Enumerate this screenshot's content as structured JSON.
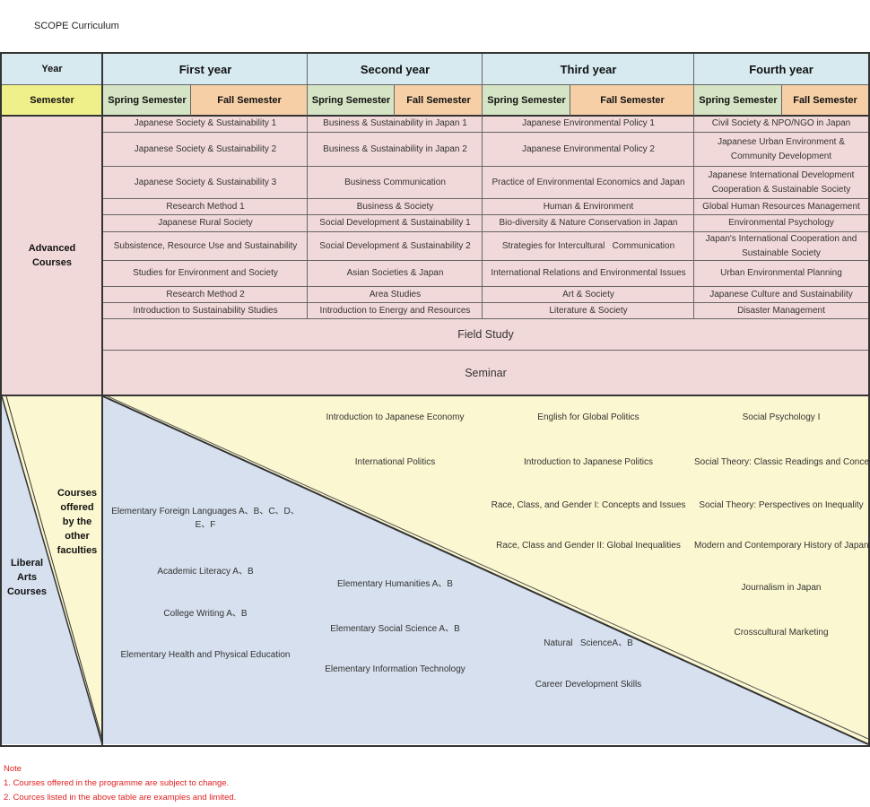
{
  "title": "SCOPE Curriculum",
  "header": {
    "year_label": "Year",
    "years": [
      "First year",
      "Second year",
      "Third year",
      "Fourth year"
    ],
    "semester_label": "Semester",
    "spring": "Spring Semester",
    "fall": "Fall Semester"
  },
  "advanced": {
    "label": "Advanced\nCourses",
    "year1": [
      "Japanese Society & Sustainability 1",
      "Japanese Society & Sustainability 2",
      "Japanese Society & Sustainability 3",
      "Research Method  1",
      "Japanese Rural Society",
      "Subsistence, Resource Use and Sustainability",
      "Studies for Environment and Society",
      "Research Method  2",
      "Introduction to Sustainability Studies"
    ],
    "year2": [
      "Business & Sustainability in Japan 1",
      "Business & Sustainability in Japan 2",
      "Business Communication",
      "Business & Society",
      "Social Development & Sustainability 1",
      "Social Development & Sustainability 2",
      "Asian Societies & Japan",
      "Area Studies",
      "Introduction to Energy and Resources"
    ],
    "year3": [
      "Japanese Environmental Policy 1",
      "Japanese Environmental Policy 2",
      "Practice of Environmental Economics and Japan",
      "Human & Environment",
      "Bio-diversity & Nature Conservation in Japan",
      "Strategies for Intercultural   Communication",
      "International Relations and Environmental Issues",
      "Art & Society",
      "Literature & Society"
    ],
    "year4": [
      "Civil Society & NPO/NGO in Japan",
      "Japanese Urban Environment & Community Development",
      "Japanese International Development Cooperation & Sustainable Society",
      "Global Human Resources Management",
      "Environmental Psychology",
      "Japan's International Cooperation and Sustainable Society",
      "Urban Environmental Planning",
      "Japanese Culture and Sustainability",
      "Disaster Management"
    ],
    "field_study": "Field Study",
    "seminar": "Seminar"
  },
  "liberal": {
    "label": "Liberal\nArts\nCourses",
    "other_label": "Courses\noffered\nby the\nother\nfaculties",
    "year1": [
      "Elementary Foreign Languages A、B、C、D、E、F",
      "Academic Literacy A、B",
      "College Writing A、B",
      "Elementary Health and Physical Education"
    ],
    "year2_other": [
      "Introduction to Japanese Economy",
      "International Politics"
    ],
    "year2": [
      "Elementary Humanities A、B",
      "Elementary Social Science A、B",
      "Elementary Information Technology"
    ],
    "year3_other": [
      "English for Global Politics",
      "Introduction to Japanese Politics",
      "Race, Class, and Gender I: Concepts and Issues",
      "Race, Class and Gender II: Global Inequalities"
    ],
    "year3": [
      "Natural   ScienceA、B",
      "Career Development Skills"
    ],
    "year4_other": [
      "Social Psychology I",
      "Social Theory: Classic Readings and Concepts",
      "Social Theory: Perspectives on Inequality",
      "Modern and Contemporary History of Japan",
      "Journalism in Japan",
      "Crosscultural Marketing"
    ]
  },
  "notes": {
    "heading": "Note",
    "items": [
      "1. Courses offered in the programme are subject to change.",
      "2. Cources listed in the above table are examples and limited."
    ]
  },
  "colors": {
    "header_blue": "#d6eaf0",
    "semester_yellow": "#f0f08a",
    "spring_green": "#d4e4c4",
    "fall_orange": "#f6cfa6",
    "advanced_pink": "#f2d9d9",
    "liberal_blue": "#d6e0ee",
    "other_yellow": "#fbf7d0",
    "note_red": "#e02020"
  }
}
